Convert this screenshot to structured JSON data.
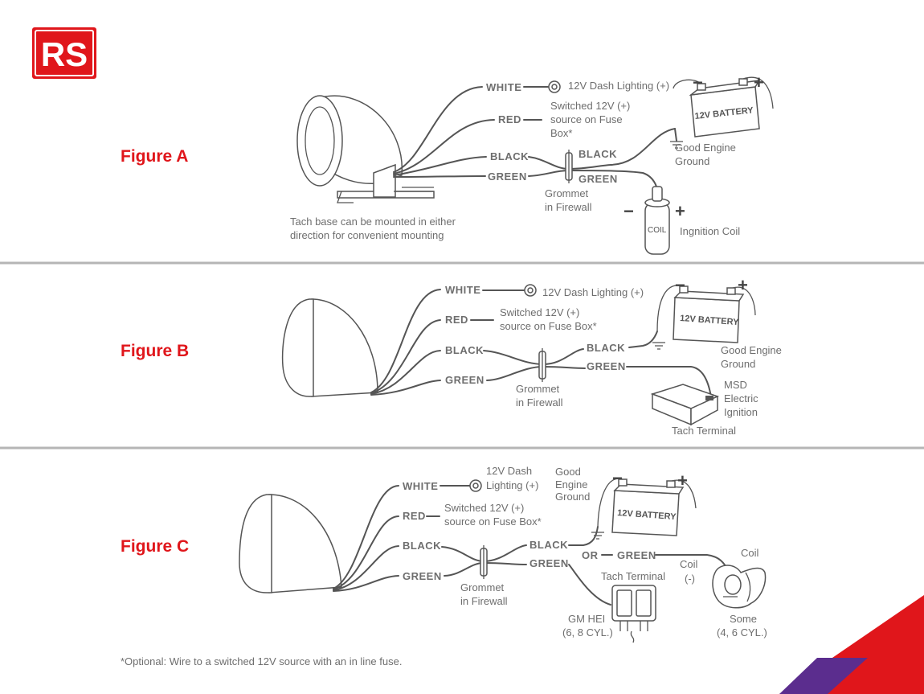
{
  "logo": {
    "text": "RS",
    "color": "#e0161b"
  },
  "accent_colors": {
    "red": "#e0161b",
    "purple": "#5b2d8e",
    "divider": "#b5b5b5",
    "line": "#555555"
  },
  "figure_a": {
    "title": "Figure A",
    "white": "WHITE",
    "red": "RED",
    "black": "BLACK",
    "green": "GREEN",
    "dash": "12V Dash Lighting (+)",
    "switched": [
      "Switched 12V (+)",
      "source on Fuse",
      "Box*"
    ],
    "black2": "BLACK",
    "green2": "GREEN",
    "grommet": [
      "Grommet",
      "in Firewall"
    ],
    "battery": "12V BATTERY",
    "ground": [
      "Good Engine",
      "Ground"
    ],
    "coil": "COIL",
    "coil_label": "Ingnition Coil",
    "base_note": [
      "Tach base can be mounted in either",
      "direction for convenient mounting"
    ],
    "minus": "−",
    "plus": "+"
  },
  "figure_b": {
    "title": "Figure B",
    "white": "WHITE",
    "red": "RED",
    "black": "BLACK",
    "green": "GREEN",
    "dash": "12V Dash Lighting (+)",
    "switched": [
      "Switched 12V (+)",
      "source on Fuse Box*"
    ],
    "black2": "BLACK",
    "green2": "GREEN",
    "grommet": [
      "Grommet",
      "in Firewall"
    ],
    "battery": "12V BATTERY",
    "ground": [
      "Good Engine",
      "Ground"
    ],
    "msd": [
      "MSD",
      "Electric",
      "Ignition"
    ],
    "tach_terminal": "Tach Terminal",
    "minus": "−",
    "plus": "+"
  },
  "figure_c": {
    "title": "Figure C",
    "white": "WHITE",
    "red": "RED",
    "black": "BLACK",
    "green": "GREEN",
    "dash": [
      "12V Dash",
      "Lighting (+)"
    ],
    "ground": [
      "Good",
      "Engine",
      "Ground"
    ],
    "switched": [
      "Switched 12V (+)",
      "source on Fuse Box*"
    ],
    "black2": "BLACK",
    "green2": "GREEN",
    "or": "OR",
    "green3": "GREEN",
    "grommet": [
      "Grommet",
      "in Firewall"
    ],
    "battery": "12V BATTERY",
    "tach_terminal": "Tach Terminal",
    "coil_neg": [
      "Coil",
      "(-)"
    ],
    "coil": "Coil",
    "gm_hei": [
      "GM HEI",
      "(6, 8 CYL.)"
    ],
    "some": [
      "Some",
      "(4, 6 CYL.)"
    ],
    "minus": "−",
    "plus": "+"
  },
  "footnote": "*Optional: Wire to a switched 12V source with an in line fuse."
}
